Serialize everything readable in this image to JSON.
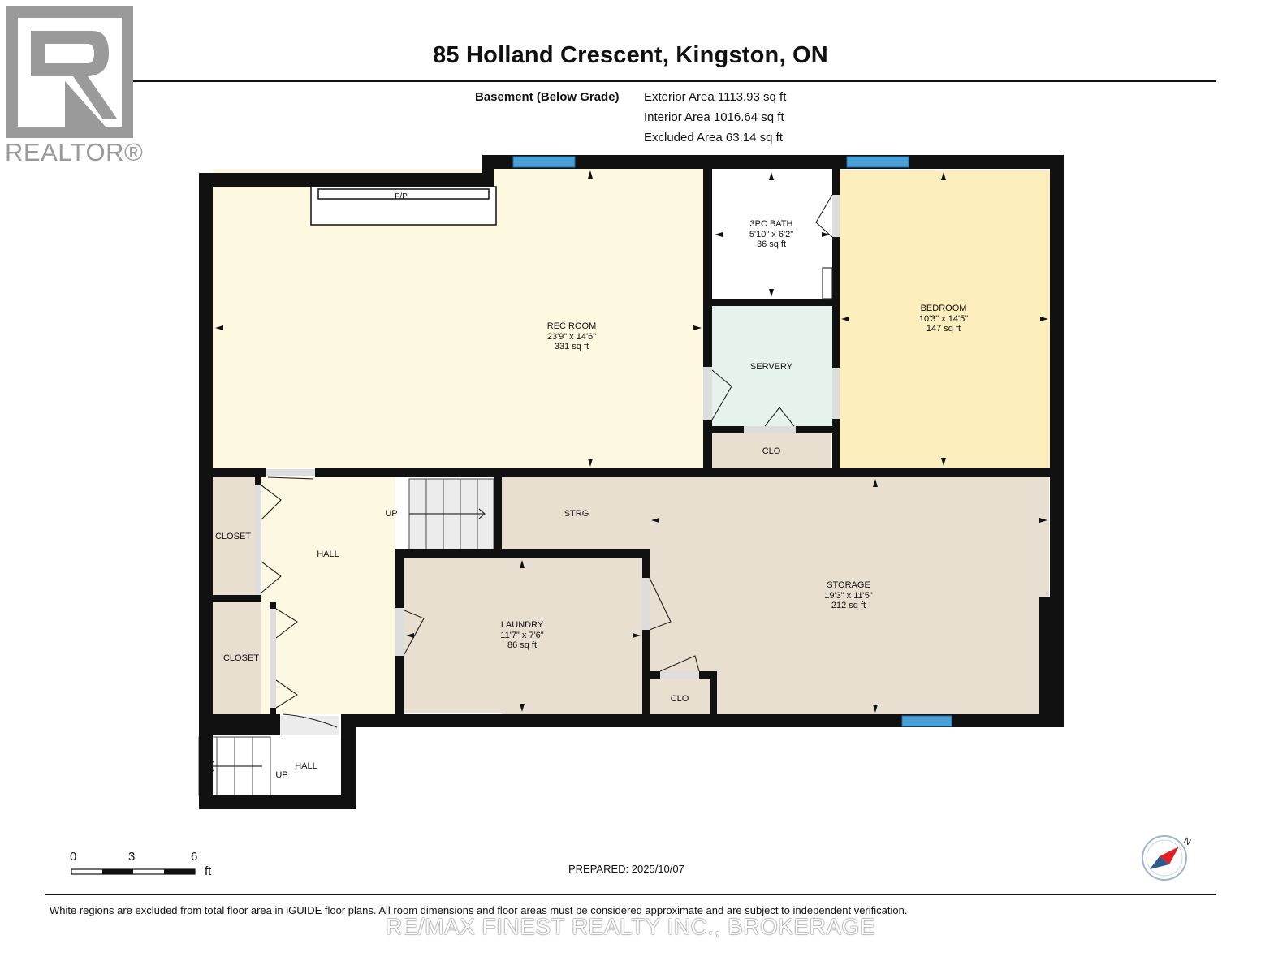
{
  "header": {
    "title": "85 Holland Crescent, Kingston, ON",
    "floor_label": "Basement (Below Grade)",
    "exterior_area": "Exterior Area 1113.93 sq ft",
    "interior_area": "Interior Area 1016.64 sq ft",
    "excluded_area": "Excluded Area 63.14 sq ft"
  },
  "logo": {
    "text": "REALTOR®"
  },
  "rooms": {
    "rec_room": {
      "name": "REC ROOM",
      "dims": "23'9\" x 14'6\"",
      "area": "331 sq ft"
    },
    "bath": {
      "name": "3PC BATH",
      "dims": "5'10\" x 6'2\"",
      "area": "36 sq ft"
    },
    "bedroom": {
      "name": "BEDROOM",
      "dims": "10'3\" x 14'5\"",
      "area": "147 sq ft"
    },
    "servery": {
      "name": "SERVERY"
    },
    "clo_servery": {
      "name": "CLO"
    },
    "strg": {
      "name": "STRG"
    },
    "storage": {
      "name": "STORAGE",
      "dims": "19'3\" x 11'5\"",
      "area": "212 sq ft"
    },
    "laundry": {
      "name": "LAUNDRY",
      "dims": "11'7\" x 7'6\"",
      "area": "86 sq ft"
    },
    "clo_storage": {
      "name": "CLO"
    },
    "closet_upper": {
      "name": "CLOSET"
    },
    "closet_lower": {
      "name": "CLOSET"
    },
    "hall": {
      "name": "HALL"
    },
    "hall_lower": {
      "name": "HALL"
    },
    "up_main": {
      "name": "UP"
    },
    "up_lower": {
      "name": "UP"
    },
    "fireplace": {
      "name": "F/P"
    }
  },
  "colors": {
    "wall": "#111111",
    "rec_room": "#fdf8e0",
    "bedroom": "#fdeebd",
    "servery": "#e5f3ea",
    "utility": "#e8dfd0",
    "hall": "#fdf8e2",
    "window": "#4a9fd4"
  },
  "scale_bar": {
    "labels": [
      "0",
      "3",
      "6"
    ],
    "unit": "ft"
  },
  "compass": {
    "label": "N",
    "icon": "compass-icon"
  },
  "footer": {
    "prepared": "PREPARED: 2025/10/07",
    "disclaimer": "White regions are excluded from total floor area in iGUIDE floor plans. All room dimensions and floor areas must be considered approximate and are subject to independent verification.",
    "watermark": "RE/MAX FINEST REALTY INC., BROKERAGE"
  }
}
